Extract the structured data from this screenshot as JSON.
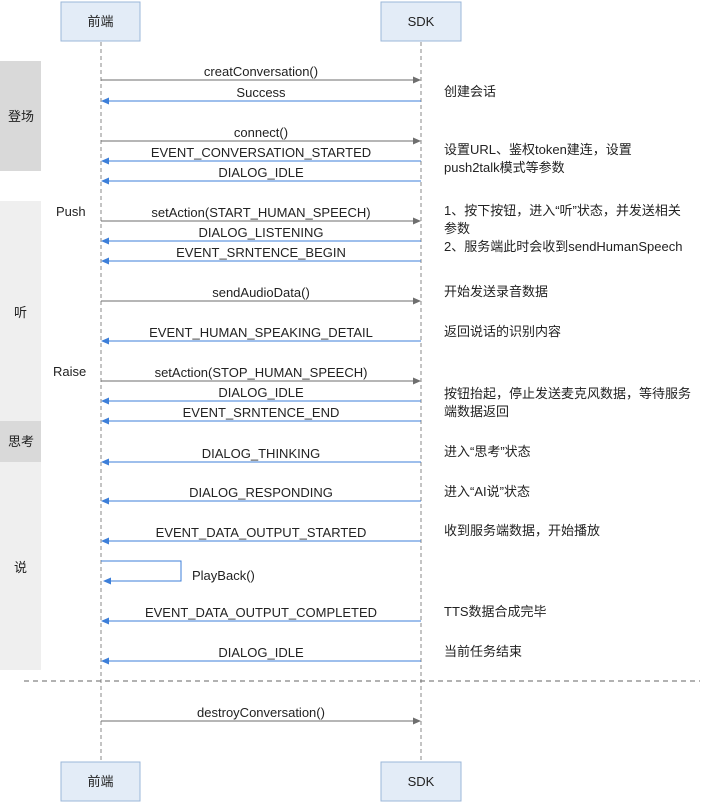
{
  "participants": {
    "left": "前端",
    "right": "SDK"
  },
  "phases": [
    {
      "label": "登场"
    },
    {
      "label": "听"
    },
    {
      "label": "思考"
    },
    {
      "label": "说"
    }
  ],
  "side_labels": [
    {
      "text": "Push"
    },
    {
      "text": "Raise"
    }
  ],
  "messages": [
    {
      "text": "creatConversation()",
      "direction": "request"
    },
    {
      "text": "Success",
      "direction": "response"
    },
    {
      "text": "connect()",
      "direction": "request"
    },
    {
      "text": "EVENT_CONVERSATION_STARTED",
      "direction": "response"
    },
    {
      "text": "DIALOG_IDLE",
      "direction": "response"
    },
    {
      "text": "setAction(START_HUMAN_SPEECH)",
      "direction": "request"
    },
    {
      "text": "DIALOG_LISTENING",
      "direction": "response"
    },
    {
      "text": "EVENT_SRNTENCE_BEGIN",
      "direction": "response"
    },
    {
      "text": "sendAudioData()",
      "direction": "request"
    },
    {
      "text": "EVENT_HUMAN_SPEAKING_DETAIL",
      "direction": "response"
    },
    {
      "text": "setAction(STOP_HUMAN_SPEECH)",
      "direction": "request"
    },
    {
      "text": "DIALOG_IDLE",
      "direction": "response"
    },
    {
      "text": "EVENT_SRNTENCE_END",
      "direction": "response"
    },
    {
      "text": "DIALOG_THINKING",
      "direction": "response"
    },
    {
      "text": "DIALOG_RESPONDING",
      "direction": "response"
    },
    {
      "text": "EVENT_DATA_OUTPUT_STARTED",
      "direction": "response"
    },
    {
      "text": "EVENT_DATA_OUTPUT_COMPLETED",
      "direction": "response"
    },
    {
      "text": "DIALOG_IDLE",
      "direction": "response"
    },
    {
      "text": "destroyConversation()",
      "direction": "request"
    }
  ],
  "self_call": {
    "text": "PlayBack()"
  },
  "notes": [
    {
      "lines": [
        "创建会话"
      ]
    },
    {
      "lines": [
        "设置URL、鉴权token建连，设置",
        "push2talk模式等参数"
      ]
    },
    {
      "lines": [
        "1、按下按钮，进入“听”状态，并发送相关",
        "参数",
        "2、服务端此时会收到sendHumanSpeech"
      ]
    },
    {
      "lines": [
        "开始发送录音数据"
      ]
    },
    {
      "lines": [
        "返回说话的识别内容"
      ]
    },
    {
      "lines": [
        "按钮抬起，停止发送麦克风数据，等待服务",
        "端数据返回"
      ]
    },
    {
      "lines": [
        "进入“思考”状态"
      ]
    },
    {
      "lines": [
        "进入“AI说”状态"
      ]
    },
    {
      "lines": [
        "收到服务端数据，开始播放"
      ]
    },
    {
      "lines": [
        "TTS数据合成完毕"
      ]
    },
    {
      "lines": [
        "当前任务结束"
      ]
    }
  ],
  "colors": {
    "request_arrow": "#6e6e6e",
    "response_arrow": "#3d7fd9",
    "participant_fill": "#e3ecf7",
    "participant_stroke": "#9bb7d9",
    "phase_dark": "#d9d9d9",
    "phase_light": "#efefef",
    "lifeline": "#8a8a8a",
    "text": "#222222"
  }
}
